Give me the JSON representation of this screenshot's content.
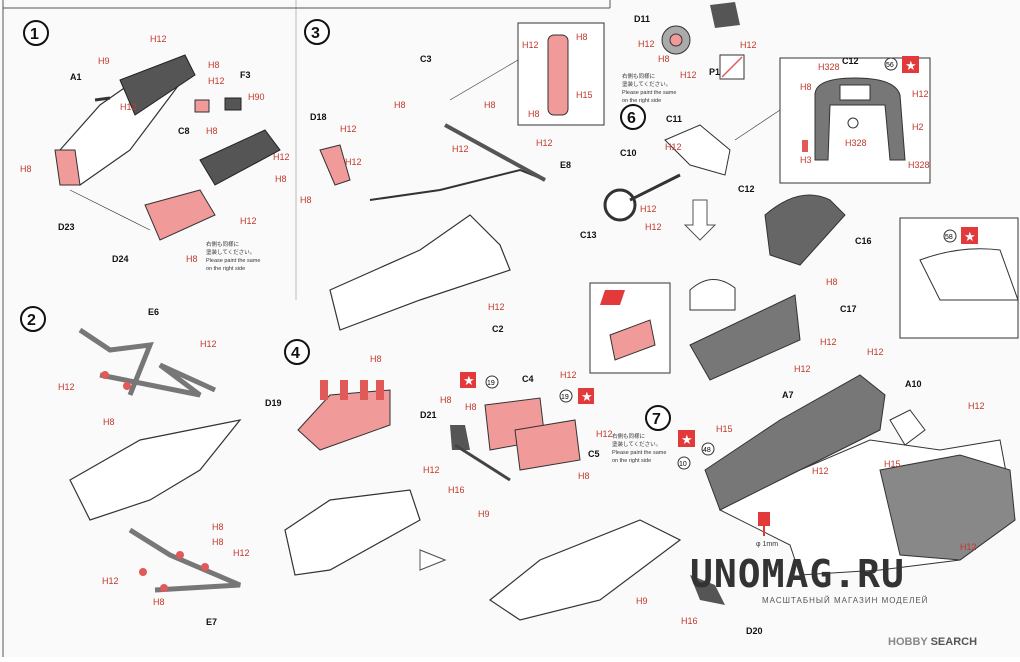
{
  "steps": [
    "1",
    "2",
    "3",
    "4",
    "6",
    "7"
  ],
  "step1": {
    "parts": [
      "A1",
      "F3",
      "C8",
      "D23",
      "D24"
    ],
    "colors": [
      "H9",
      "H12",
      "H8",
      "H12",
      "H90",
      "H8",
      "H8",
      "H12",
      "H8",
      "H12",
      "H8",
      "H12"
    ],
    "note": [
      "右側も同様に",
      "塗装してください。",
      "Please paint the same",
      "on the right side"
    ]
  },
  "step2": {
    "parts": [
      "E6",
      "E7"
    ],
    "colors": [
      "H12",
      "H12",
      "H8",
      "H8",
      "H8",
      "H12",
      "H12",
      "H8"
    ]
  },
  "step3": {
    "parts": [
      "C3",
      "D18",
      "E8",
      "C2"
    ],
    "colors": [
      "H12",
      "H8",
      "H12",
      "H12",
      "H8",
      "H8",
      "H12",
      "H12"
    ],
    "inset_colors": [
      "H12",
      "H8",
      "H15",
      "H8"
    ]
  },
  "step4": {
    "parts": [
      "D19",
      "D21",
      "C4",
      "C5"
    ],
    "colors": [
      "H8",
      "H8",
      "H12",
      "H16",
      "H9",
      "H8",
      "H12",
      "H12",
      "H8"
    ],
    "callouts": [
      "19",
      "19"
    ],
    "note": [
      "右側も同様に",
      "塗装してください。",
      "Please paint the same",
      "on the right side"
    ]
  },
  "step6": {
    "parts": [
      "D11",
      "P1",
      "C12",
      "C11",
      "C10",
      "C13",
      "C16",
      "C17"
    ],
    "colors": [
      "H12",
      "H8",
      "H12",
      "H12",
      "H12",
      "H12",
      "H12",
      "H8",
      "H3",
      "H12",
      "H2"
    ],
    "inset_colors": [
      "H328",
      "H8",
      "H328",
      "H328",
      "H12"
    ],
    "callouts": [
      "56",
      "58"
    ],
    "note": [
      "右側も同様に",
      "塗装してください。",
      "Please paint the same",
      "on the right side"
    ]
  },
  "step7": {
    "parts": [
      "A7",
      "A10",
      "D20"
    ],
    "colors": [
      "H12",
      "H15",
      "H12",
      "H12",
      "H12",
      "H15",
      "H12",
      "H9",
      "H16"
    ],
    "callouts": [
      "10",
      "48"
    ],
    "drill": "φ 1mm"
  },
  "watermark": {
    "main": "UNOMAG.RU",
    "sub": "МАСШТАБНЫЙ МАГАЗИН МОДЕЛЕЙ"
  },
  "credit": {
    "brand": "HOBBY",
    "suffix": "SEARCH"
  },
  "palette": {
    "line": "#333333",
    "red": "#e05a5a",
    "pink": "#f19a9a",
    "gray": "#707070",
    "star": "#e23a3a"
  }
}
